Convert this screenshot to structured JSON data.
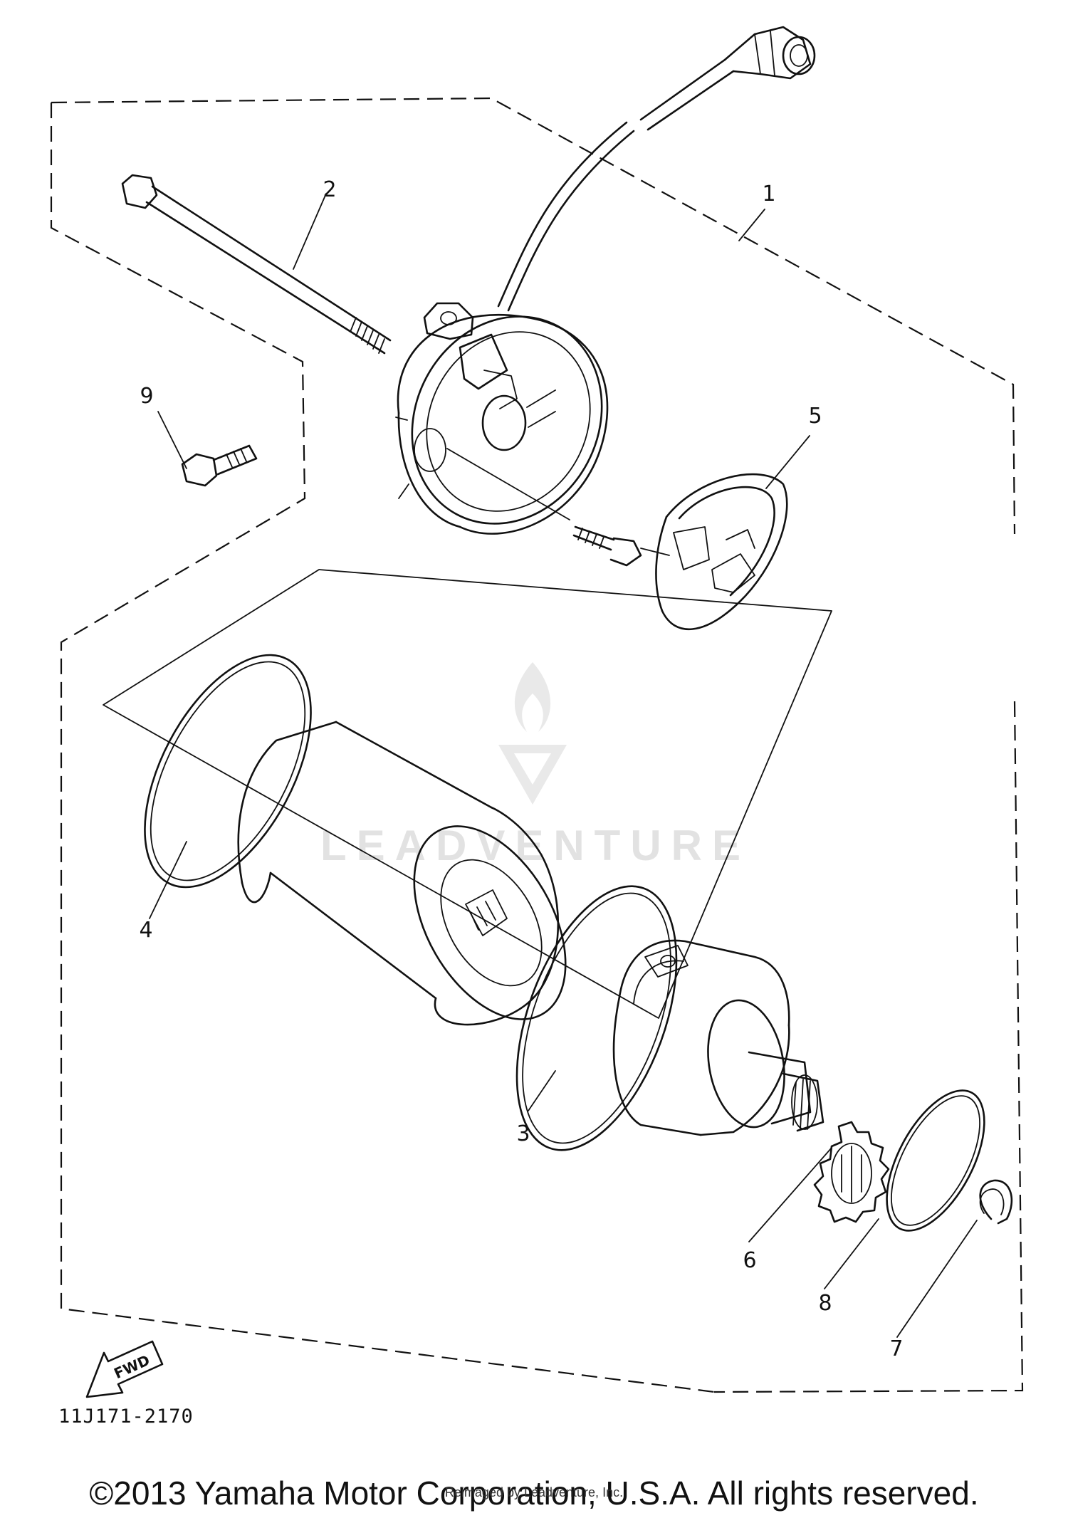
{
  "diagram": {
    "callouts": {
      "p1": "1",
      "p2": "2",
      "p3": "3",
      "p4": "4",
      "p5": "5",
      "p6": "6",
      "p7": "7",
      "p8": "8",
      "p9": "9"
    },
    "fwd_label": "FWD",
    "drawing_code": "11J171-2170",
    "watermark": "LEADVENTURE"
  },
  "footer": {
    "copyright": "©2013 Yamaha Motor Corporation, U.S.A. All rights reserved.",
    "reseller": "Reimaged by Leadventure, Inc."
  }
}
